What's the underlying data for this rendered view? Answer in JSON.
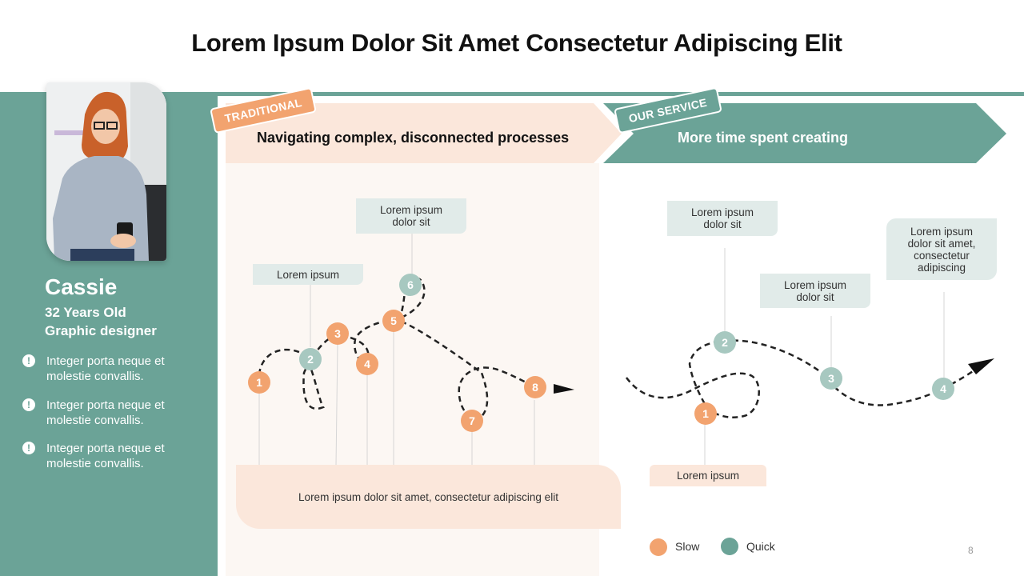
{
  "slide": {
    "title": "Lorem Ipsum Dolor Sit Amet Consectetur Adipiscing Elit",
    "page_number": "8"
  },
  "profile": {
    "photo_alt": "Portrait of a red-haired woman with glasses holding a mug",
    "name": "Cassie",
    "age": "32 Years Old",
    "role": "Graphic designer",
    "bullets": [
      {
        "icon": "exclamation-icon",
        "text": "Integer porta neque et molestie convallis."
      },
      {
        "icon": "exclamation-icon",
        "text": "Integer porta neque et molestie convallis."
      },
      {
        "icon": "exclamation-icon",
        "text": "Integer porta neque et molestie convallis."
      }
    ]
  },
  "traditional": {
    "tag": "TRADITIONAL",
    "heading": "Navigating complex, disconnected processes",
    "callouts": [
      "Lorem ipsum",
      "Lorem ipsum\ndolor sit"
    ],
    "summary": "Lorem ipsum dolor sit amet, consectetur adipiscing elit",
    "steps": [
      {
        "n": "1",
        "speed": "slow"
      },
      {
        "n": "2",
        "speed": "quick"
      },
      {
        "n": "3",
        "speed": "slow"
      },
      {
        "n": "4",
        "speed": "slow"
      },
      {
        "n": "5",
        "speed": "slow"
      },
      {
        "n": "6",
        "speed": "quick"
      },
      {
        "n": "7",
        "speed": "slow"
      },
      {
        "n": "8",
        "speed": "slow"
      }
    ]
  },
  "service": {
    "tag": "OUR SERVICE",
    "heading": "More time spent creating",
    "callouts": [
      "Lorem ipsum\ndolor sit",
      "Lorem ipsum\ndolor sit",
      "Lorem ipsum\ndolor sit amet,\nconsectetur\nadipiscing"
    ],
    "bottom_callout": "Lorem ipsum",
    "steps": [
      {
        "n": "1",
        "speed": "slow"
      },
      {
        "n": "2",
        "speed": "quick"
      },
      {
        "n": "3",
        "speed": "quick"
      },
      {
        "n": "4",
        "speed": "quick"
      }
    ]
  },
  "legend": [
    {
      "label": "Slow",
      "color": "#f2a36f"
    },
    {
      "label": "Quick",
      "color": "#6ba397"
    }
  ],
  "colors": {
    "teal": "#6ba397",
    "teal_light": "#a7c8c0",
    "orange": "#f2a36f",
    "peach": "#fbe7db",
    "callout_gray": "#e1ebe9"
  }
}
